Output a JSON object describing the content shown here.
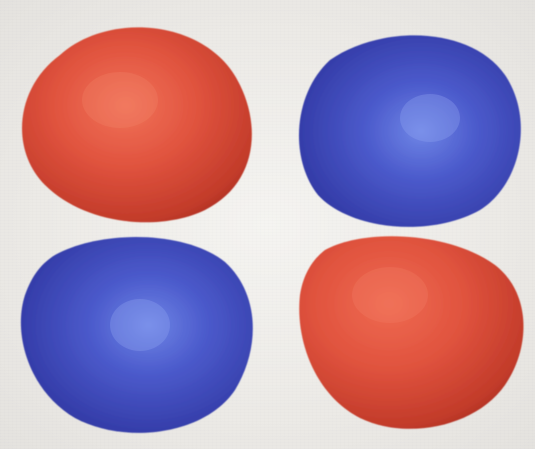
{
  "image": {
    "subject": "four lobes",
    "lobes": [
      {
        "name": "lobe-top-left",
        "color": "#e0533e",
        "phase": "red"
      },
      {
        "name": "lobe-top-right",
        "color": "#3a44b8",
        "phase": "blue"
      },
      {
        "name": "lobe-bottom-left",
        "color": "#3a44b8",
        "phase": "blue"
      },
      {
        "name": "lobe-bottom-right",
        "color": "#e0533e",
        "phase": "red"
      }
    ],
    "colors": {
      "red_highlight": "#f1735a",
      "red_shadow": "#a22a1f",
      "blue_highlight": "#6f86e6",
      "blue_shadow": "#1f237a",
      "background": "#ecebe8"
    }
  }
}
